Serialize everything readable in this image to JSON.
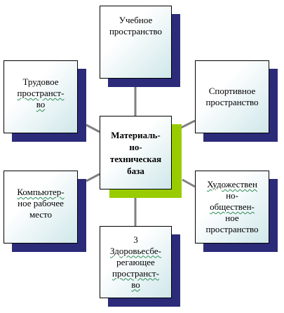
{
  "diagram": {
    "center": {
      "lines": [
        "Материаль-",
        "но-",
        "техническая",
        "база"
      ]
    },
    "nodes": {
      "top": {
        "lines": [
          "Учебное",
          "пространство"
        ]
      },
      "top_left": {
        "lines": [
          "Трудовое",
          "пространст-",
          "во"
        ]
      },
      "top_right": {
        "lines": [
          "Спортивное",
          "пространство"
        ]
      },
      "bottom_left": {
        "lines": [
          "Компьютер-",
          "ное рабочее",
          "место"
        ]
      },
      "bottom_right": {
        "lines": [
          "Художествен",
          "но-",
          "обществен-",
          "ное",
          "пространство"
        ]
      },
      "bottom": {
        "lines": [
          "3",
          "Здоровьесбе-",
          "регающее",
          "пространст-",
          "во"
        ]
      }
    }
  }
}
